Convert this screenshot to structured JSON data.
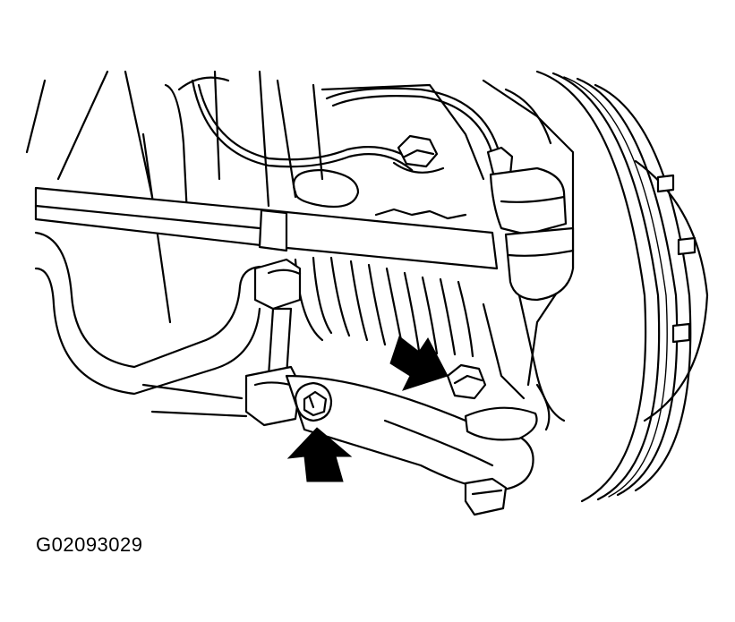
{
  "figure": {
    "code": "G02093029",
    "ink_color": "#000000",
    "background": "#ffffff",
    "callouts": [
      {
        "icon": "arrow-icon",
        "points_to": "stabilizer-link-nut"
      },
      {
        "icon": "arrow-icon",
        "points_to": "tie-rod-end-nut"
      }
    ]
  }
}
